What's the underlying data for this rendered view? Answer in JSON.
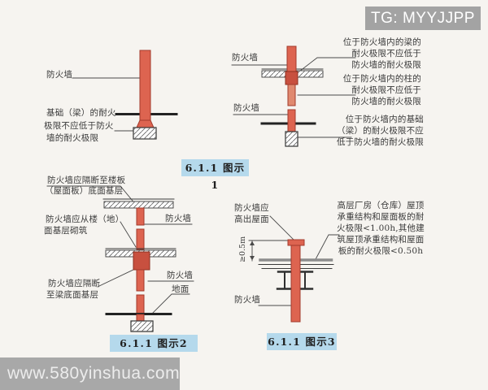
{
  "page": {
    "tg_watermark": "TG: MYYJJPP",
    "site_watermark": "www.580yinshua.com"
  },
  "colors": {
    "background": "#f6f4f0",
    "wall_red": "#dd6450",
    "wall_red_dark": "#c8503f",
    "caption_bg": "#b5d9ec",
    "watermark_bg": "#a3a3a3",
    "line": "#3a3a3a"
  },
  "fig1": {
    "caption": "6.1.1 图示1",
    "left": {
      "wall_label": "防火墙",
      "foundation_note": [
        "基础（梁）的耐火",
        "极限不应低于防火",
        "墙的耐火极限"
      ]
    },
    "right": {
      "wall_label_top": "防火墙",
      "wall_label_bottom": "防火墙",
      "beam_note": [
        "位于防火墙内的梁的",
        "耐火极限不应低于",
        "防火墙的耐火极限"
      ],
      "column_note": [
        "位于防火墙内的柱的",
        "耐火极限不应低于",
        "防火墙的耐火极限"
      ],
      "foundation_note": [
        "位于防火墙内的基础",
        "（梁）的耐火极限不应",
        "低于防火墙的耐火极限"
      ]
    }
  },
  "fig2": {
    "caption": "6.1.1 图示2",
    "top_note": [
      "防火墙应隔断至楼板",
      "（屋面板）底面基层"
    ],
    "mid_note": [
      "防火墙应从楼（地）",
      "面基层砌筑"
    ],
    "bottom_note": [
      "防火墙应隔断",
      "至梁底面基层"
    ],
    "wall_label_upper": "防火墙",
    "wall_label_lower": "防火墙",
    "ground_label": "地面"
  },
  "fig3": {
    "caption": "6.1.1 图示3",
    "left_note": [
      "防火墙应",
      "高出屋面"
    ],
    "right_note": [
      "高层厂房（仓库）屋顶",
      "承重结构和屋面板的耐",
      "火极限<1.00h,其他建",
      "筑屋顶承重结构和屋面",
      "板的耐火极限<0.50h"
    ],
    "wall_label": "防火墙",
    "dimension_label": "≥0.5m"
  }
}
